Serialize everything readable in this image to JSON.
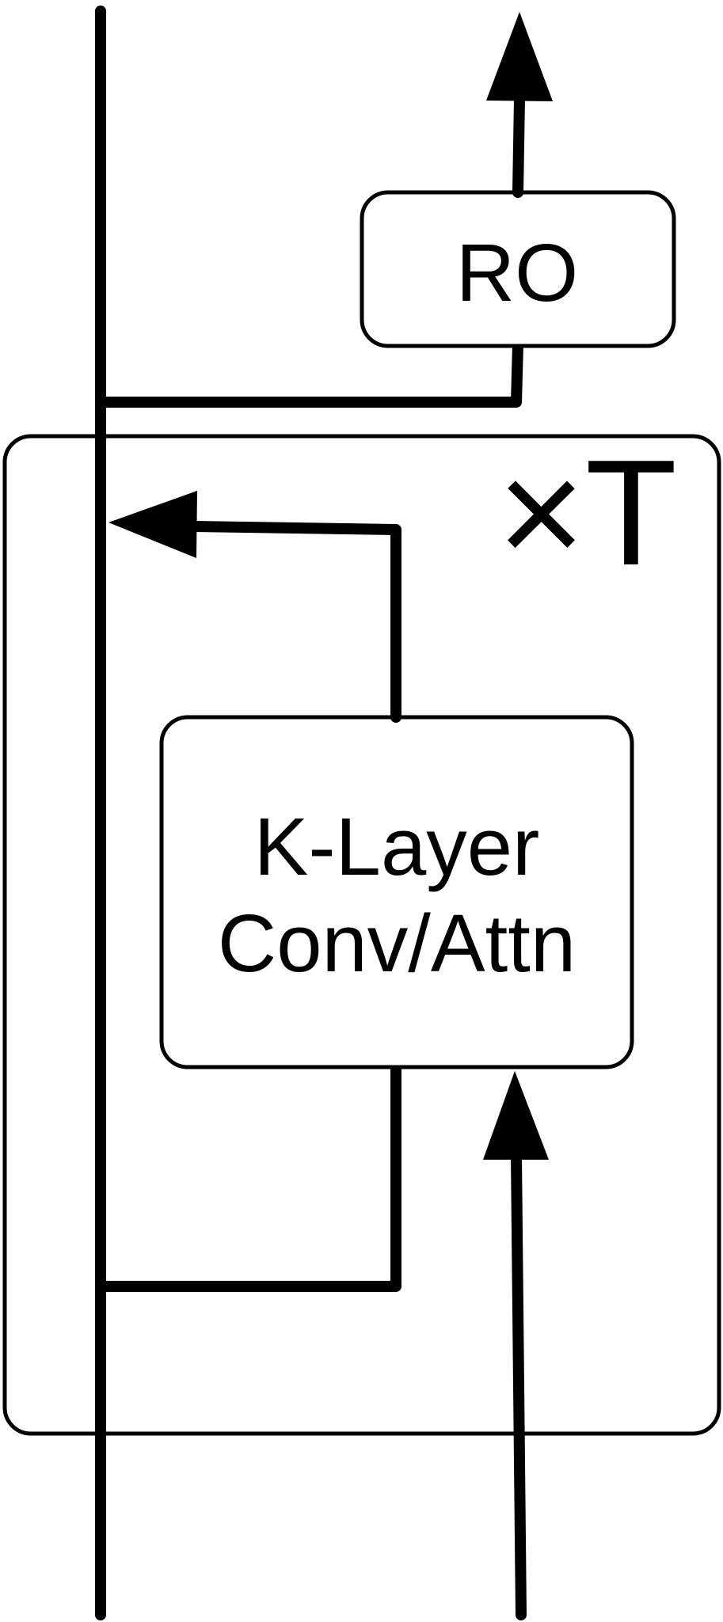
{
  "diagram": {
    "readout_label": "RO",
    "repeat_label": "×T",
    "block_label_line1": "K-Layer",
    "block_label_line2": "Conv/Attn"
  }
}
